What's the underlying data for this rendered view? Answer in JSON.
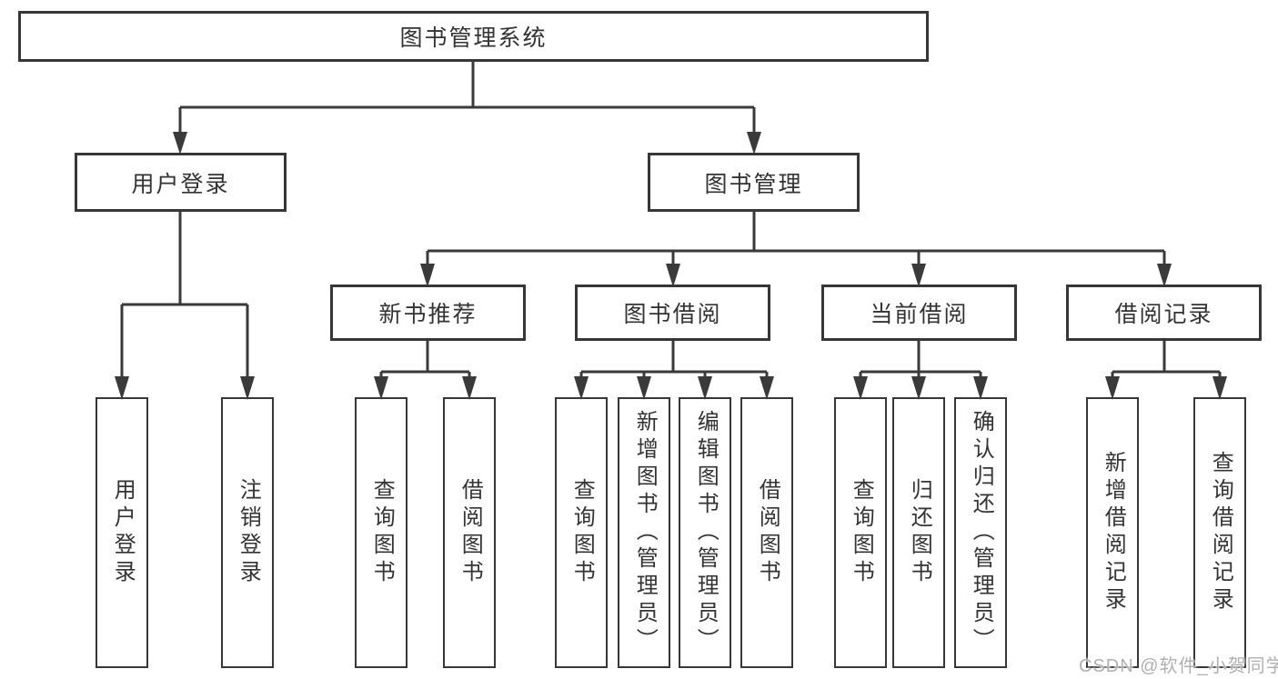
{
  "root": {
    "label": "图书管理系统"
  },
  "branches": [
    {
      "label": "用户登录",
      "children": [
        {
          "label": "用户登录"
        },
        {
          "label": "注销登录"
        }
      ]
    },
    {
      "label": "图书管理",
      "children": [
        {
          "label": "新书推荐",
          "children": [
            {
              "label": "查询图书"
            },
            {
              "label": "借阅图书"
            }
          ]
        },
        {
          "label": "图书借阅",
          "children": [
            {
              "label": "查询图书"
            },
            {
              "label": "新增图书（管理员）"
            },
            {
              "label": "编辑图书（管理员）"
            },
            {
              "label": "借阅图书"
            }
          ]
        },
        {
          "label": "当前借阅",
          "children": [
            {
              "label": "查询图书"
            },
            {
              "label": "归还图书"
            },
            {
              "label": "确认归还（管理员）"
            }
          ]
        },
        {
          "label": "借阅记录",
          "children": [
            {
              "label": "新增借阅记录"
            },
            {
              "label": "查询借阅记录"
            }
          ]
        }
      ]
    }
  ],
  "watermark": "CSDN @软件_小贺同学",
  "colors": {
    "line": "#3a3a3a",
    "border": "#373737",
    "text": "#333333",
    "box_background": "#ffffff",
    "watermark": "#b0b0b0"
  }
}
